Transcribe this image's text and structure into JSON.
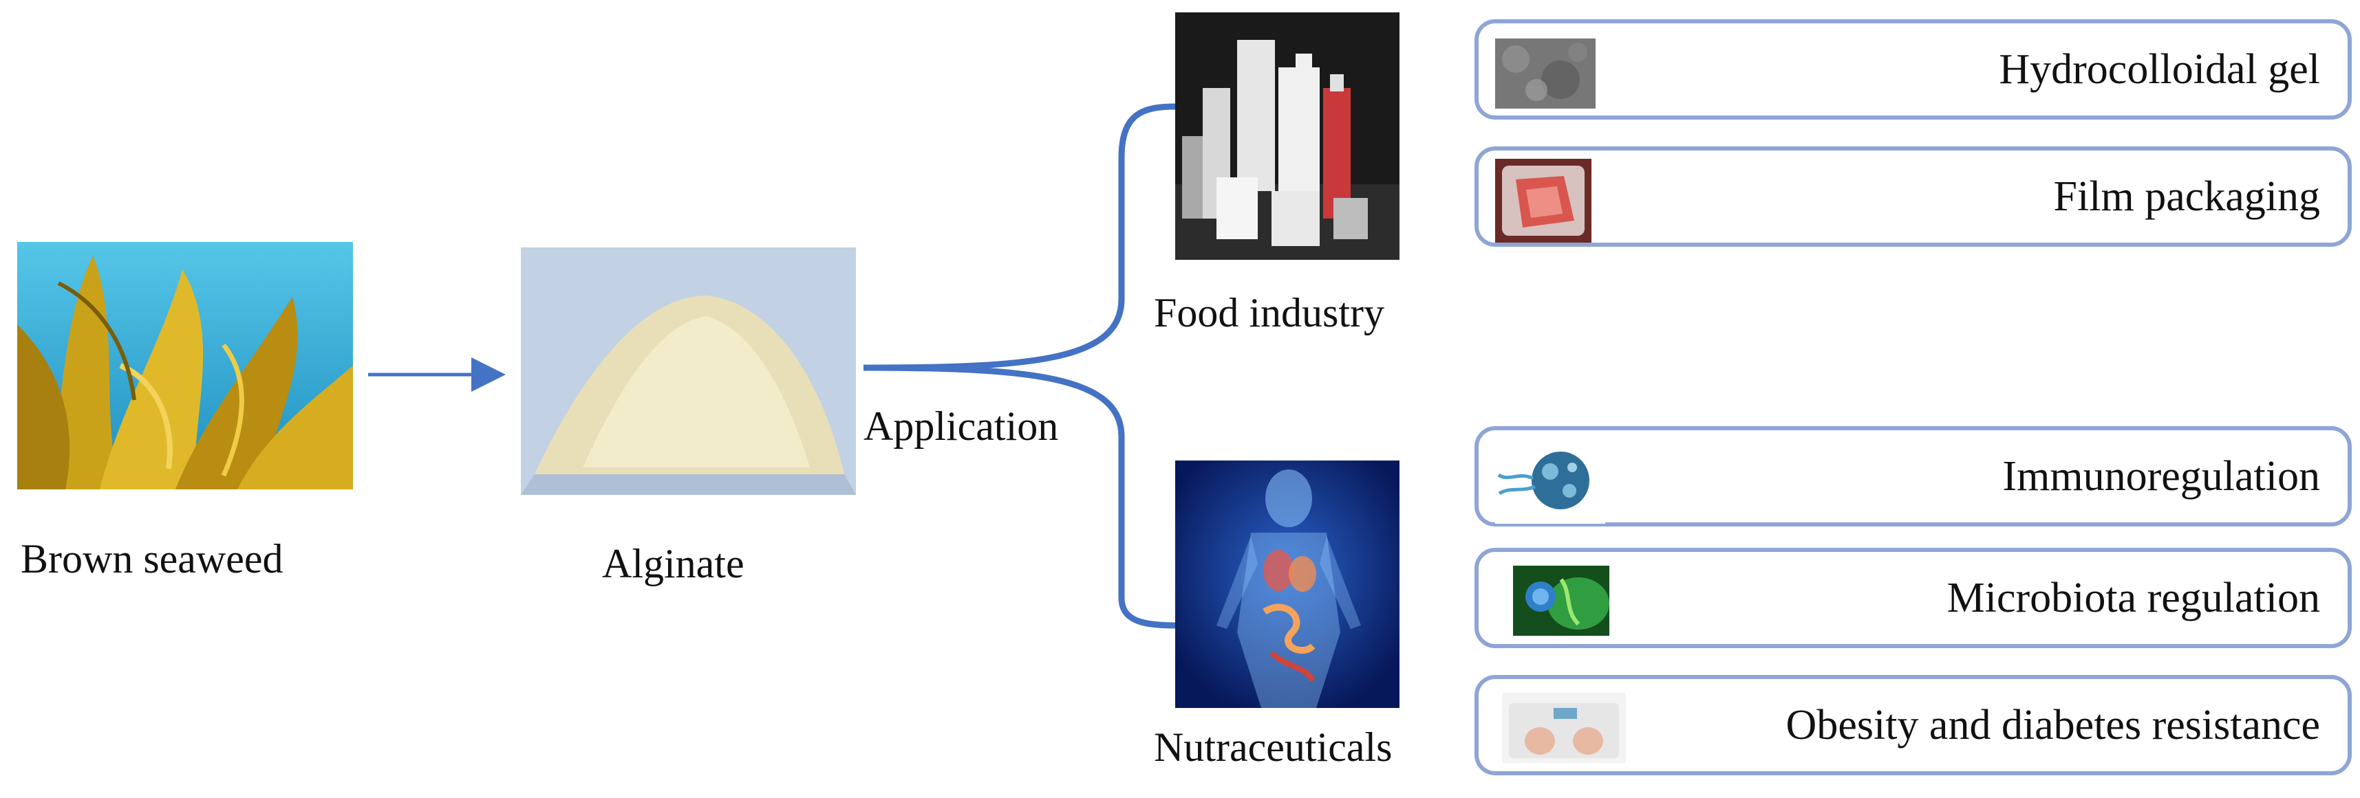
{
  "flow": {
    "source_label": "Brown seaweed",
    "product_label": "Alginate",
    "application_label": "Application"
  },
  "branches": {
    "food": {
      "label": "Food industry",
      "items": [
        "Hydrocolloidal gel",
        "Film packaging"
      ]
    },
    "nutra": {
      "label": "Nutraceuticals",
      "items": [
        "Immunoregulation",
        "Microbiota regulation",
        "Obesity and diabetes resistance"
      ]
    }
  },
  "colors": {
    "connector": "#4472c4",
    "box_border": "#8ea5d6"
  }
}
